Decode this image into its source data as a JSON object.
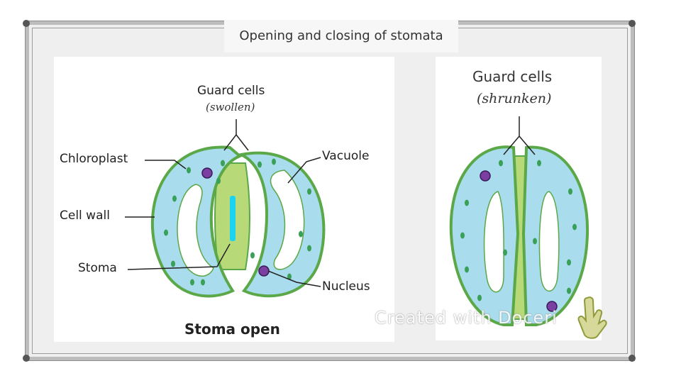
{
  "title": "Opening and closing of stomata",
  "open": {
    "guard_cells": "Guard cells",
    "swollen": "(swollen)",
    "chloroplast": "Chloroplast",
    "vacuole": "Vacuole",
    "cell_wall": "Cell wall",
    "stoma": "Stoma",
    "nucleus": "Nucleus",
    "caption": "Stoma open"
  },
  "closed": {
    "guard_cells": "Guard cells",
    "shrunken": "(shrunken)"
  },
  "watermark": "Created with Doceri",
  "colors": {
    "cell_fill": "#a9dcec",
    "cell_outline": "#5aa848",
    "wall_green": "#b8d978",
    "vacuole": "#ffffff",
    "nucleus": "#7a3fa0",
    "stoma_pore": "#19d3f0"
  }
}
